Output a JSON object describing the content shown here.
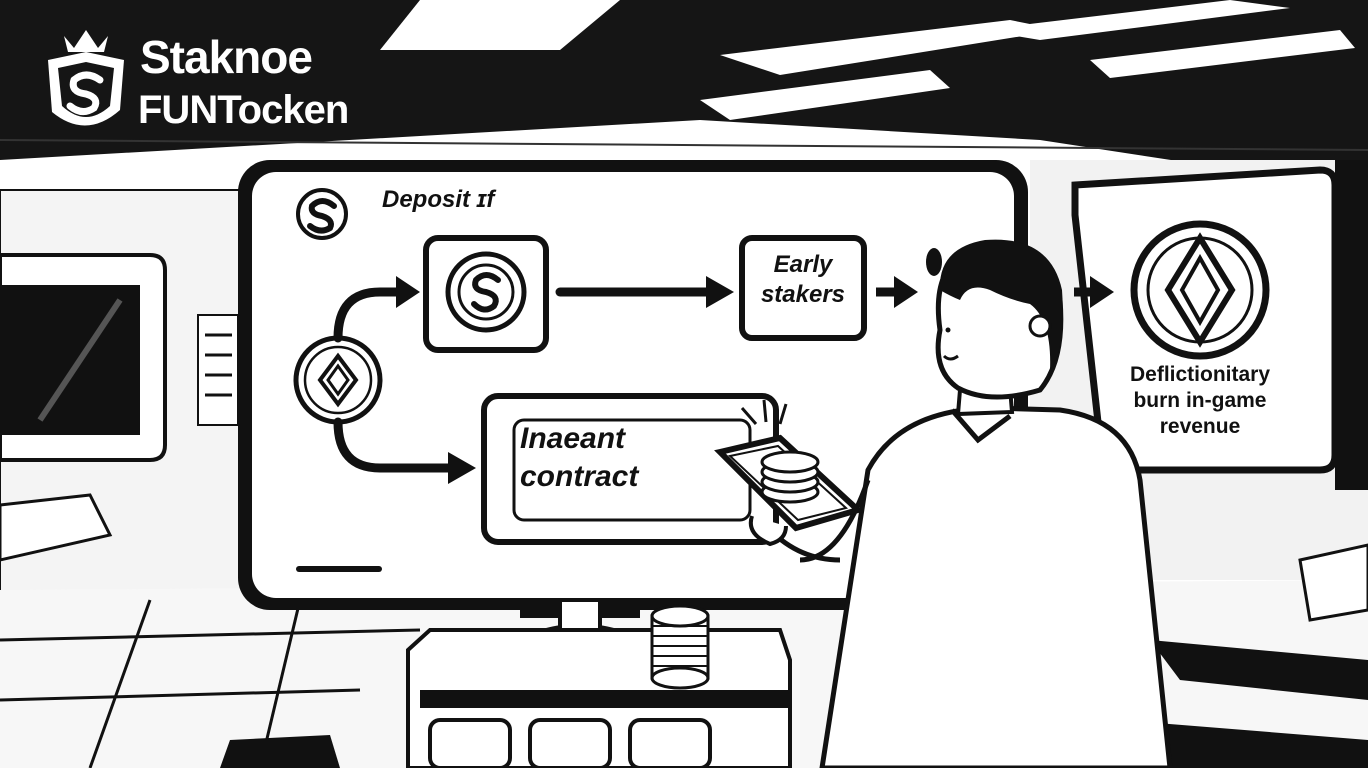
{
  "brand": {
    "line1": "Staknoe",
    "line2": "FUNTocken",
    "logo_icon": "shield-s-coin-icon"
  },
  "board": {
    "title": "Deposit ɪf",
    "title_icon": "s-coin-icon"
  },
  "flow": {
    "source_icon": "diamond-token-icon",
    "staking_pool_icon": "s-coin-icon",
    "early_stakers": {
      "line1": "Early",
      "line2": "stakers"
    },
    "contract": {
      "line1": "Inaeant",
      "line2": "contract"
    },
    "burn_icon": "diamond-coin-icon",
    "burn_label": {
      "line1": "Deflictionitary",
      "line2": "burn in-game",
      "line3": "revenue"
    }
  },
  "colors": {
    "ink": "#111111",
    "paper": "#ffffff",
    "ceiling": "#151515"
  }
}
